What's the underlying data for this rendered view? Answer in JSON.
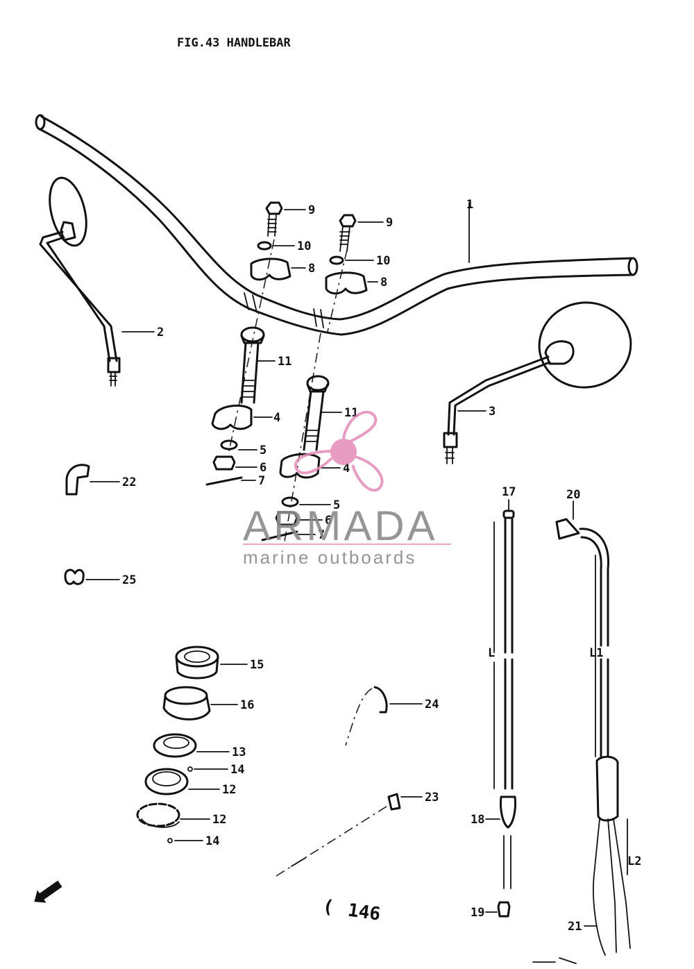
{
  "title": "FIG.43  HANDLEBAR",
  "page_number": "146",
  "page_prefix": "(",
  "watermark": {
    "brand": "ARMADA",
    "tagline": "marine outboards",
    "logo_color": "#e58bb8",
    "text_color": "#8a8a8a"
  },
  "callouts": [
    {
      "id": "c1",
      "text": "1"
    },
    {
      "id": "c2",
      "text": "2"
    },
    {
      "id": "c3",
      "text": "3"
    },
    {
      "id": "c4a",
      "text": "4"
    },
    {
      "id": "c4b",
      "text": "4"
    },
    {
      "id": "c5a",
      "text": "5"
    },
    {
      "id": "c5b",
      "text": "5"
    },
    {
      "id": "c6a",
      "text": "6"
    },
    {
      "id": "c6b",
      "text": "6"
    },
    {
      "id": "c7a",
      "text": "7"
    },
    {
      "id": "c7b",
      "text": "7"
    },
    {
      "id": "c8a",
      "text": "8"
    },
    {
      "id": "c8b",
      "text": "8"
    },
    {
      "id": "c9a",
      "text": "9"
    },
    {
      "id": "c9b",
      "text": "9"
    },
    {
      "id": "c10a",
      "text": "10"
    },
    {
      "id": "c10b",
      "text": "10"
    },
    {
      "id": "c11a",
      "text": "11"
    },
    {
      "id": "c11b",
      "text": "11"
    },
    {
      "id": "c12a",
      "text": "12"
    },
    {
      "id": "c12b",
      "text": "12"
    },
    {
      "id": "c13",
      "text": "13"
    },
    {
      "id": "c14a",
      "text": "14"
    },
    {
      "id": "c14b",
      "text": "14"
    },
    {
      "id": "c15",
      "text": "15"
    },
    {
      "id": "c16",
      "text": "16"
    },
    {
      "id": "c17",
      "text": "17"
    },
    {
      "id": "c18",
      "text": "18"
    },
    {
      "id": "c19",
      "text": "19"
    },
    {
      "id": "c20",
      "text": "20"
    },
    {
      "id": "c21",
      "text": "21"
    },
    {
      "id": "c22",
      "text": "22"
    },
    {
      "id": "c23",
      "text": "23"
    },
    {
      "id": "c24",
      "text": "24"
    },
    {
      "id": "c25",
      "text": "25"
    }
  ],
  "dimension_labels": {
    "L": "L",
    "L1": "L1",
    "L2": "L2"
  }
}
